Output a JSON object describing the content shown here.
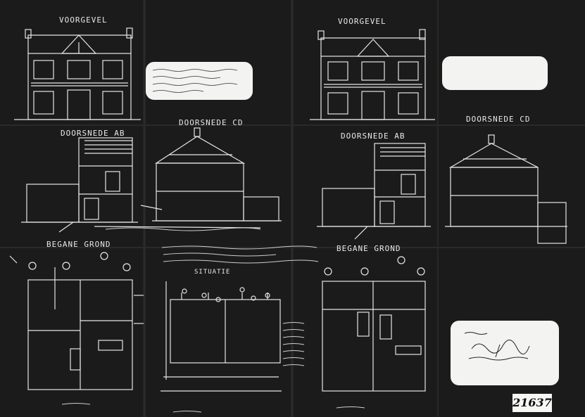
{
  "sheet": {
    "labels": {
      "front_elevation_left": "VOORGEVEL",
      "front_elevation_right": "VOORGEVEL",
      "section_ab_left": "DOORSNEDE AB",
      "section_ab_right": "DOORSNEDE AB",
      "section_cd_left": "DOORSNEDE CD",
      "section_cd_right": "DOORSNEDE CD",
      "ground_floor_left": "BEGANE GROND",
      "ground_floor_right": "BEGANE GROND",
      "situation": "SITUATIE"
    },
    "stamp_number": "21637",
    "colors": {
      "paper": "#1b1b1b",
      "ink": "#e8e8e8",
      "card": "#f3f3f1"
    }
  }
}
